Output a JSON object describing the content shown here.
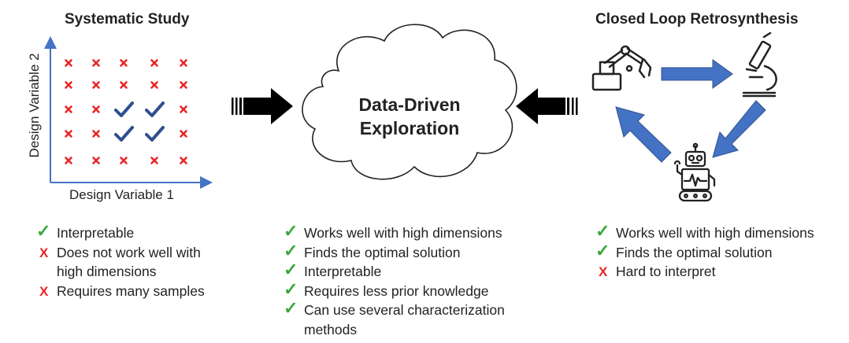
{
  "left": {
    "title": "Systematic Study",
    "y_axis_label": "Design Variable 2",
    "x_axis_label": "Design Variable 1",
    "pros_cons": [
      {
        "type": "check",
        "text": "Interpretable"
      },
      {
        "type": "cross",
        "text": "Does not work well with"
      },
      {
        "type": "none",
        "text": "high dimensions"
      },
      {
        "type": "cross",
        "text": "Requires many samples"
      }
    ]
  },
  "center": {
    "cloud_line1": "Data-Driven",
    "cloud_line2": "Exploration",
    "pros_cons": [
      {
        "type": "check",
        "text": "Works well with high dimensions"
      },
      {
        "type": "check",
        "text": "Finds the optimal solution"
      },
      {
        "type": "check",
        "text": "Interpretable"
      },
      {
        "type": "check",
        "text": "Requires less prior knowledge"
      },
      {
        "type": "check",
        "text": "Can use several characterization"
      },
      {
        "type": "none",
        "text": "methods"
      }
    ]
  },
  "right": {
    "title": "Closed Loop Retrosynthesis",
    "pros_cons": [
      {
        "type": "check",
        "text": "Works well with high dimensions"
      },
      {
        "type": "check",
        "text": "Finds the optimal solution"
      },
      {
        "type": "cross",
        "text": "Hard to interpret"
      }
    ]
  },
  "symbols": {
    "check": "✓",
    "cross": "X"
  },
  "colors": {
    "axis": "#4472c4",
    "cross_marker": "#e82626",
    "check_marker": "#2f4f8f",
    "check_text": "#3aa83a",
    "loop_arrow": "#4472c4",
    "block_arrow": "#000000"
  },
  "icons": [
    "robot-arm-icon",
    "microscope-icon",
    "robot-icon"
  ]
}
